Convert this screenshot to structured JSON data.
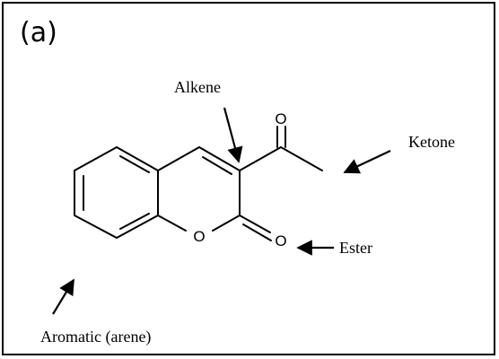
{
  "panel": {
    "label": "(a)"
  },
  "atoms": {
    "ring_oxygen": "O",
    "lactone_carbonyl_oxygen": "O",
    "ketone_oxygen": "O"
  },
  "labels": {
    "alkene": "Alkene",
    "ketone": "Ketone",
    "ester": "Ester",
    "aromatic": "Aromatic (arene)"
  },
  "colors": {
    "ink": "#000000",
    "background": "#ffffff"
  }
}
